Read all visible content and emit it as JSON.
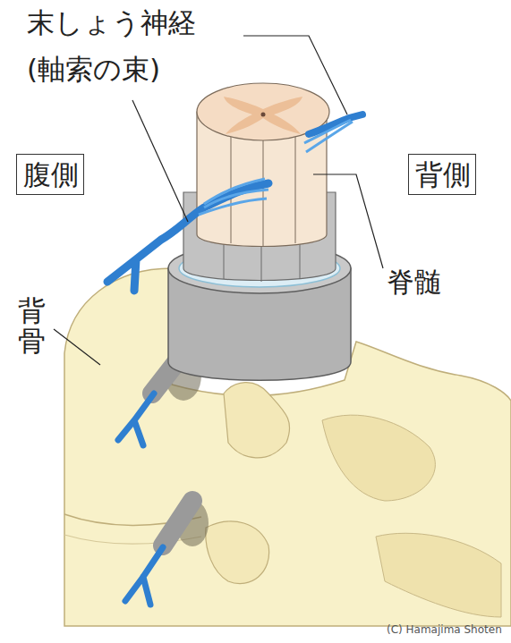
{
  "diagram": {
    "nodes": [
      {
        "text": [
          "腹側"
        ]
      },
      {
        "text": [
          "背側"
        ]
      }
    ],
    "labels": [
      "末しょう神経",
      "(軸索の束)",
      "脊髄",
      "背骨",
      "(C) Hamajima Shoten"
    ]
  }
}
